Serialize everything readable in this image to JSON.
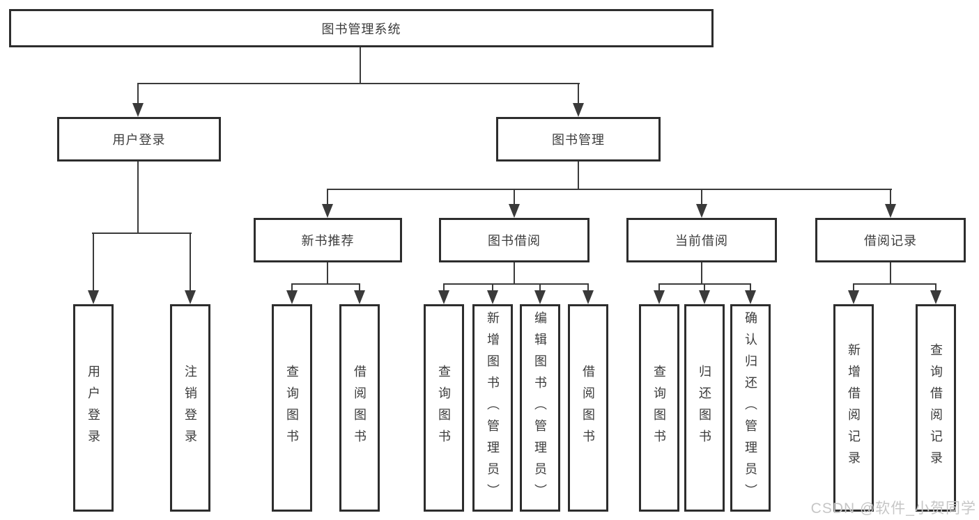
{
  "colors": {
    "line": "#3a3a3a",
    "border": "#2d2d2d",
    "text": "#3c3c3c",
    "watermark": "#c6c6c6",
    "bg": "#ffffff"
  },
  "watermark": {
    "text": "CSDN @软件_小贺同学"
  },
  "tree": {
    "root": {
      "label": "图书管理系统"
    },
    "branches": [
      {
        "label": "用户登录",
        "children": [
          {
            "label": "用户登录"
          },
          {
            "label": "注销登录"
          }
        ]
      },
      {
        "label": "图书管理",
        "children": [
          {
            "label": "新书推荐",
            "children": [
              {
                "label": "查询图书"
              },
              {
                "label": "借阅图书"
              }
            ]
          },
          {
            "label": "图书借阅",
            "children": [
              {
                "label": "查询图书"
              },
              {
                "label": "新增图书（管理员）"
              },
              {
                "label": "编辑图书（管理员）"
              },
              {
                "label": "借阅图书"
              }
            ]
          },
          {
            "label": "当前借阅",
            "children": [
              {
                "label": "查询图书"
              },
              {
                "label": "归还图书"
              },
              {
                "label": "确认归还（管理员）"
              }
            ]
          },
          {
            "label": "借阅记录",
            "children": [
              {
                "label": "新增借阅记录"
              },
              {
                "label": "查询借阅记录"
              }
            ]
          }
        ]
      }
    ]
  }
}
